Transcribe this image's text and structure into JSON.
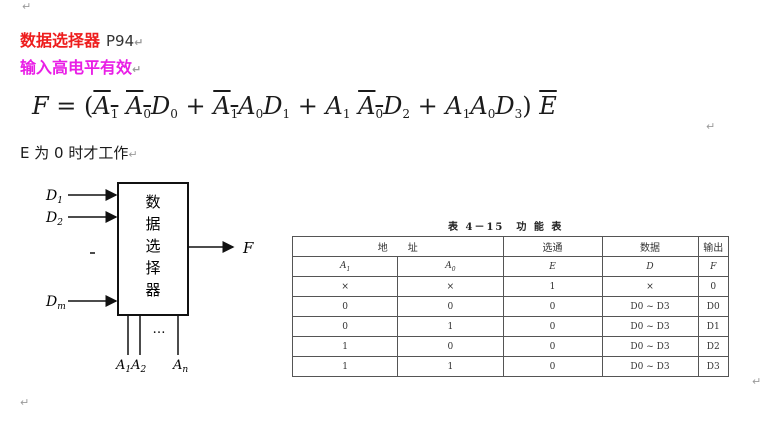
{
  "return_mark": "↵",
  "heading": {
    "title": "数据选择器",
    "page": "P94"
  },
  "subheading": "输入高电平有效",
  "formula": "F = (A̅1 A̅0 D0 + A̅1 A0 D1 + A1 A̅0 D2 + A1 A0 D3) E̅",
  "note": "E 为 0 时才工作",
  "diagram": {
    "block_label": [
      "数",
      "据",
      "选",
      "择",
      "器"
    ],
    "inputs": [
      "D1",
      "D2",
      "Dm"
    ],
    "output": "F",
    "selects": [
      "A1",
      "A2",
      "An"
    ],
    "ellipsis": "…"
  },
  "table": {
    "caption": "表 4－15　功 能 表",
    "groups": [
      "地　　址",
      "选通",
      "数据",
      "输出"
    ],
    "subheads": [
      "A1",
      "A0",
      "E",
      "D",
      "F"
    ],
    "rows": [
      [
        "×",
        "×",
        "1",
        "×",
        "0"
      ],
      [
        "0",
        "0",
        "0",
        "D0 ~ D3",
        "D0"
      ],
      [
        "0",
        "1",
        "0",
        "D0 ~ D3",
        "D1"
      ],
      [
        "1",
        "0",
        "0",
        "D0 ~ D3",
        "D2"
      ],
      [
        "1",
        "1",
        "0",
        "D0 ~ D3",
        "D3"
      ]
    ]
  }
}
